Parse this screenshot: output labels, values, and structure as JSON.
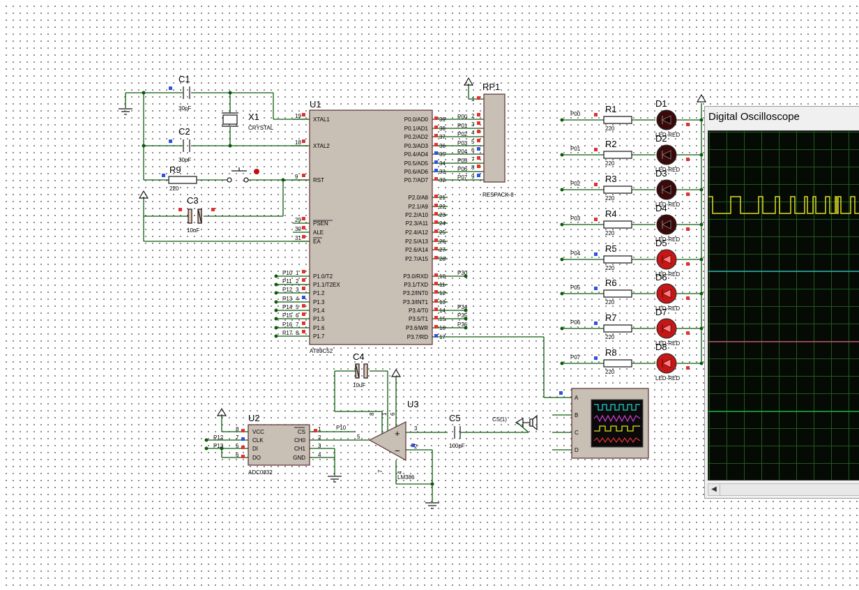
{
  "oscilloscope": {
    "title": "Digital Oscilloscope",
    "traces": [
      {
        "channel": "A",
        "color": "#e0e020"
      },
      {
        "channel": "B",
        "color": "#30c8d0"
      },
      {
        "channel": "C",
        "color": "#e05080"
      },
      {
        "channel": "D",
        "color": "#20c040"
      }
    ]
  },
  "u1": {
    "ref": "U1",
    "part": "AT89C52",
    "left_pins": [
      {
        "num": "19",
        "name": "XTAL1"
      },
      {
        "num": "18",
        "name": "XTAL2"
      },
      {
        "num": "9",
        "name": "RST"
      },
      {
        "num": "29",
        "name": "PSEN"
      },
      {
        "num": "30",
        "name": "ALE"
      },
      {
        "num": "31",
        "name": "EA"
      },
      {
        "num": "1",
        "name": "P1.0/T2",
        "net": "P10"
      },
      {
        "num": "2",
        "name": "P1.1/T2EX",
        "net": "P11"
      },
      {
        "num": "3",
        "name": "P1.2",
        "net": "P12"
      },
      {
        "num": "4",
        "name": "P1.3",
        "net": "P13"
      },
      {
        "num": "5",
        "name": "P1.4",
        "net": "P14"
      },
      {
        "num": "6",
        "name": "P1.5",
        "net": "P15"
      },
      {
        "num": "7",
        "name": "P1.6",
        "net": "P16"
      },
      {
        "num": "8",
        "name": "P1.7",
        "net": "P17"
      }
    ],
    "right_pins": [
      {
        "num": "39",
        "name": "P0.0/AD0",
        "net": "P00"
      },
      {
        "num": "38",
        "name": "P0.1/AD1",
        "net": "P01"
      },
      {
        "num": "37",
        "name": "P0.2/AD2",
        "net": "P02"
      },
      {
        "num": "36",
        "name": "P0.3/AD3",
        "net": "P03"
      },
      {
        "num": "35",
        "name": "P0.4/AD4",
        "net": "P04"
      },
      {
        "num": "34",
        "name": "P0.5/AD5",
        "net": "P05"
      },
      {
        "num": "33",
        "name": "P0.6/AD6",
        "net": "P06"
      },
      {
        "num": "32",
        "name": "P0.7/AD7",
        "net": "P07"
      },
      {
        "num": "21",
        "name": "P2.0/A8"
      },
      {
        "num": "22",
        "name": "P2.1/A9"
      },
      {
        "num": "23",
        "name": "P2.2/A10"
      },
      {
        "num": "24",
        "name": "P2.3/A11"
      },
      {
        "num": "25",
        "name": "P2.4/A12"
      },
      {
        "num": "26",
        "name": "P2.5/A13"
      },
      {
        "num": "27",
        "name": "P2.6/A14"
      },
      {
        "num": "28",
        "name": "P2.7/A15"
      },
      {
        "num": "10",
        "name": "P3.0/RXD",
        "net": "P30"
      },
      {
        "num": "11",
        "name": "P3.1/TXD"
      },
      {
        "num": "12",
        "name": "P3.2/INT0"
      },
      {
        "num": "13",
        "name": "P3.3/INT1"
      },
      {
        "num": "14",
        "name": "P3.4/T0",
        "net": "P34"
      },
      {
        "num": "15",
        "name": "P3.5/T1",
        "net": "P35"
      },
      {
        "num": "16",
        "name": "P3.6/WR",
        "net": "P36"
      },
      {
        "num": "17",
        "name": "P3.7/RD"
      }
    ]
  },
  "components": {
    "c1": {
      "ref": "C1",
      "value": "30pF"
    },
    "c2": {
      "ref": "C2",
      "value": "30pF"
    },
    "c3": {
      "ref": "C3",
      "value": "10uF"
    },
    "c4": {
      "ref": "C4",
      "value": "10uF"
    },
    "c5": {
      "ref": "C5",
      "value": "100pF"
    },
    "x1": {
      "ref": "X1",
      "value": "CRYSTAL"
    },
    "r9": {
      "ref": "R9",
      "value": "220"
    },
    "rp1": {
      "ref": "RP1",
      "value": "RESPACK-8",
      "pins": [
        "1",
        "2",
        "3",
        "4",
        "5",
        "6",
        "7",
        "8",
        "9"
      ],
      "nets": [
        "P00",
        "P01",
        "P02",
        "P03",
        "P04",
        "P05",
        "P06",
        "P07"
      ]
    },
    "u2": {
      "ref": "U2",
      "part": "ADC0832",
      "left": [
        {
          "num": "8",
          "name": "VCC"
        },
        {
          "num": "7",
          "name": "CLK",
          "net": "P12"
        },
        {
          "num": "5",
          "name": "DI",
          "net": "P13"
        },
        {
          "num": "6",
          "name": "DO"
        }
      ],
      "right": [
        {
          "num": "1",
          "name": "CS",
          "net": "P10"
        },
        {
          "num": "2",
          "name": "CH0"
        },
        {
          "num": "3",
          "name": "CH1"
        },
        {
          "num": "4",
          "name": "GND"
        }
      ]
    },
    "u3": {
      "ref": "U3",
      "part": "LM386",
      "pins": [
        "8",
        "1",
        "5",
        "3",
        "2",
        "7",
        "4",
        "6"
      ]
    },
    "cs": {
      "label": "CS(1)"
    }
  },
  "leds": [
    {
      "net": "P00",
      "r": "R1",
      "rv": "220",
      "d": "D1",
      "dv": "LED-RED",
      "on": false
    },
    {
      "net": "P01",
      "r": "R2",
      "rv": "220",
      "d": "D2",
      "dv": "LED-RED",
      "on": false
    },
    {
      "net": "P02",
      "r": "R3",
      "rv": "220",
      "d": "D3",
      "dv": "LED-RED",
      "on": false
    },
    {
      "net": "P03",
      "r": "R4",
      "rv": "220",
      "d": "D4",
      "dv": "LED-RED",
      "on": false
    },
    {
      "net": "P04",
      "r": "R5",
      "rv": "220",
      "d": "D5",
      "dv": "LED-RED",
      "on": true
    },
    {
      "net": "P05",
      "r": "R6",
      "rv": "220",
      "d": "D6",
      "dv": "LED-RED",
      "on": true
    },
    {
      "net": "P06",
      "r": "R7",
      "rv": "220",
      "d": "D7",
      "dv": "LED-RED",
      "on": true
    },
    {
      "net": "P07",
      "r": "R8",
      "rv": "220",
      "d": "D8",
      "dv": "LED-RED",
      "on": true
    }
  ],
  "scope_instrument": {
    "channels": [
      "A",
      "B",
      "C",
      "D"
    ]
  }
}
